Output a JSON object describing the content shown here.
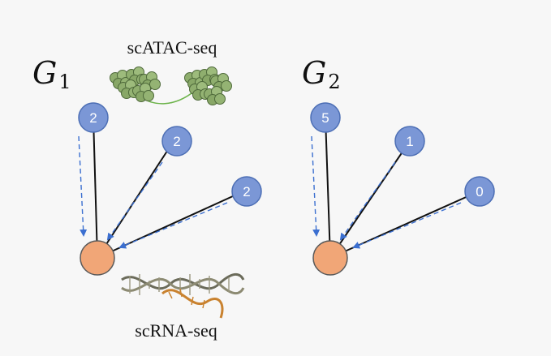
{
  "colors": {
    "background": "#f7f7f7",
    "neighbor_node": "#7b97d6",
    "neighbor_stroke": "#4d6fb5",
    "center_node": "#f1a677",
    "center_stroke": "#5a5a5a",
    "edge": "#111111",
    "message_arrow": "#3b6fd0"
  },
  "graphs": [
    {
      "label": "G",
      "subscript": "1",
      "neighbors": [
        {
          "value": "2"
        },
        {
          "value": "2"
        },
        {
          "value": "2"
        }
      ]
    },
    {
      "label": "G",
      "subscript": "2",
      "neighbors": [
        {
          "value": "5"
        },
        {
          "value": "1"
        },
        {
          "value": "0"
        }
      ]
    }
  ],
  "captions": {
    "atac": "scATAC-seq",
    "rna": "scRNA-seq"
  },
  "icons": {
    "atac": "chromatin-nucleosome-icon",
    "rna": "dna-rna-helix-icon"
  }
}
